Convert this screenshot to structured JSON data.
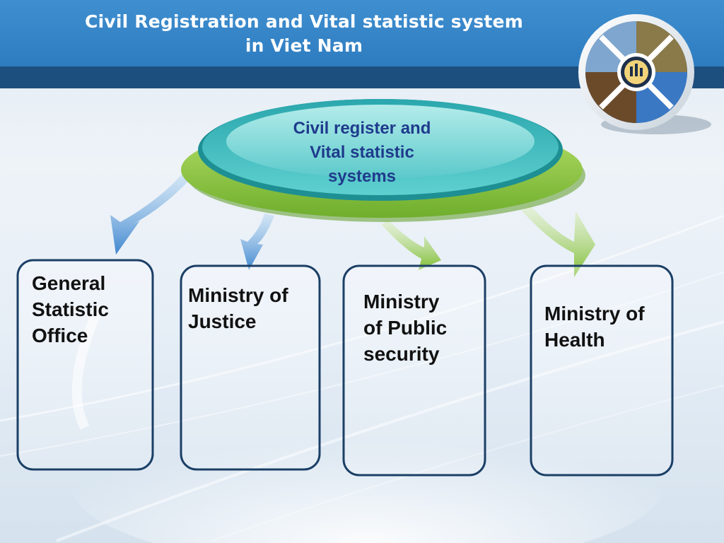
{
  "slide": {
    "title_lines": [
      "Civil Registration and Vital statistic system",
      "in Viet Nam"
    ]
  },
  "hub": {
    "label_lines": [
      "Civil register and",
      "Vital statistic",
      "systems"
    ]
  },
  "boxes": [
    {
      "label_lines": [
        "General",
        "Statistic",
        "Office"
      ]
    },
    {
      "label_lines": [
        "Ministry of",
        "Justice"
      ]
    },
    {
      "label_lines": [
        "Ministry",
        "of Public",
        "security"
      ]
    },
    {
      "label_lines": [
        "Ministry of",
        "Health"
      ]
    }
  ],
  "colors": {
    "title_bar": "#2e7cc0",
    "title_strip": "#1d4f7e",
    "hub_teal": "#45c1c4",
    "hub_green": "#8cc63f",
    "hub_text": "#1f3b8c",
    "box_border": "#1b3f66",
    "arrow_blue": "#4a90d4",
    "arrow_green": "#8cc63f"
  },
  "icons": [
    "statistics-office-emblem-icon"
  ]
}
